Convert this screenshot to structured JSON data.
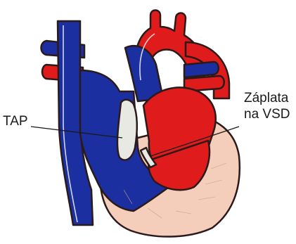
{
  "labels": {
    "tap": "TAP",
    "patch_line1": "Záplata",
    "patch_line2": "na VSD"
  },
  "colors": {
    "deoxygenated": "#1c2fa0",
    "oxygenated": "#e01b1b",
    "outline": "#2a1a1a",
    "myocardium": "#f4cdbb",
    "patch": "#e9e9e4"
  }
}
